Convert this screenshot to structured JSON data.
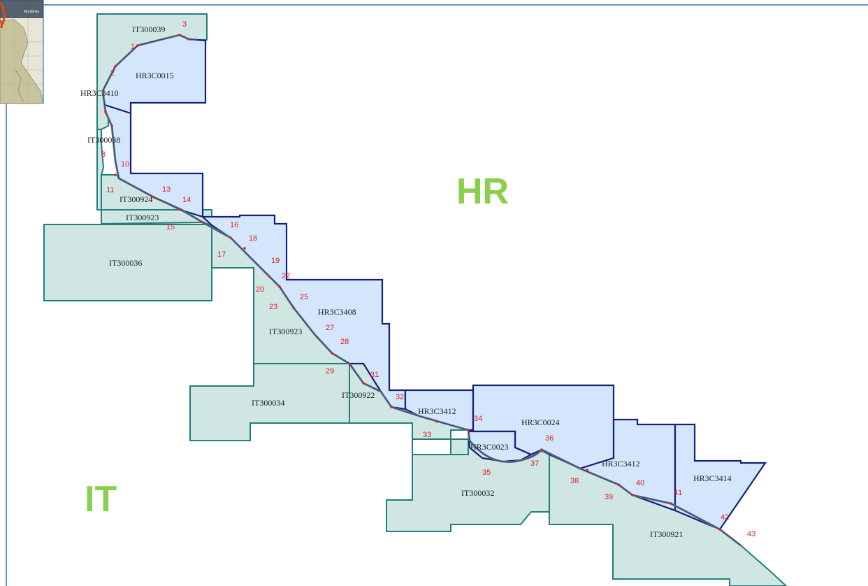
{
  "countries": {
    "hr": "HR",
    "it": "IT"
  },
  "inset": {
    "label": "Mordenke"
  },
  "colors": {
    "it_fill": "#cfe6e2",
    "it_stroke": "#1f7f7a",
    "hr_fill": "#d3e6fb",
    "hr_stroke": "#15207a",
    "point_label": "#e0202a",
    "country_label": "#8ccf4f"
  },
  "blocks": [
    "IT300039",
    "HR3C0015",
    "HR3C3410",
    "IT300038",
    "IT300924",
    "IT300923",
    "IT300036",
    "HR3C3408",
    "IT300923",
    "IT300034",
    "IT300922",
    "HR3C3412",
    "HR3C0024",
    "HR3C0023",
    "HR3C3412",
    "HR3C3414",
    "IT300032",
    "IT300921"
  ],
  "points": [
    "1",
    "2",
    "3",
    "8",
    "10",
    "11",
    "13",
    "14",
    "15",
    "16",
    "17",
    "18",
    "19",
    "20",
    "22",
    "23",
    "25",
    "27",
    "28",
    "29",
    "31",
    "32",
    "33",
    "34",
    "35",
    "36",
    "37",
    "38",
    "39",
    "40",
    "41",
    "42",
    "43"
  ]
}
